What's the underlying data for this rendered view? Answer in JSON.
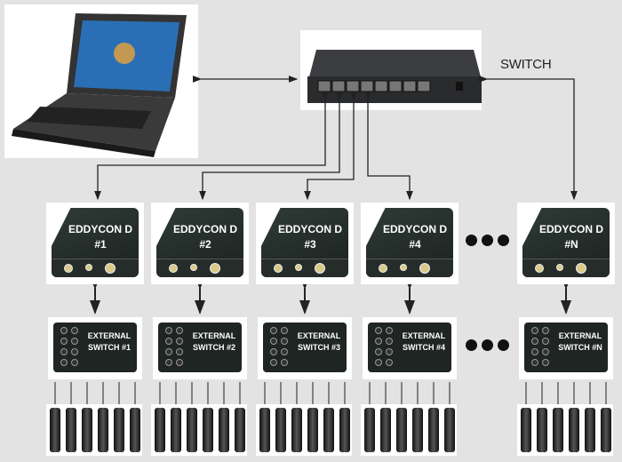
{
  "switch_label": "SWITCH",
  "controllers": [
    {
      "name": "EDDYCON D",
      "num": "#1"
    },
    {
      "name": "EDDYCON D",
      "num": "#2"
    },
    {
      "name": "EDDYCON D",
      "num": "#3"
    },
    {
      "name": "EDDYCON D",
      "num": "#4"
    },
    {
      "name": "EDDYCON D",
      "num": "#N"
    }
  ],
  "external_switches": [
    {
      "line1": "EXTERNAL",
      "line2": "SWITCH #1"
    },
    {
      "line1": "EXTERNAL",
      "line2": "SWITCH #2"
    },
    {
      "line1": "EXTERNAL",
      "line2": "SWITCH #3"
    },
    {
      "line1": "EXTERNAL",
      "line2": "SWITCH #4"
    },
    {
      "line1": "EXTERNAL",
      "line2": "SWITCH #N"
    }
  ],
  "probes_per_switch": 6,
  "colors": {
    "background": "#e3e3e3",
    "device": "#1f2523",
    "arrow": "#222222"
  }
}
